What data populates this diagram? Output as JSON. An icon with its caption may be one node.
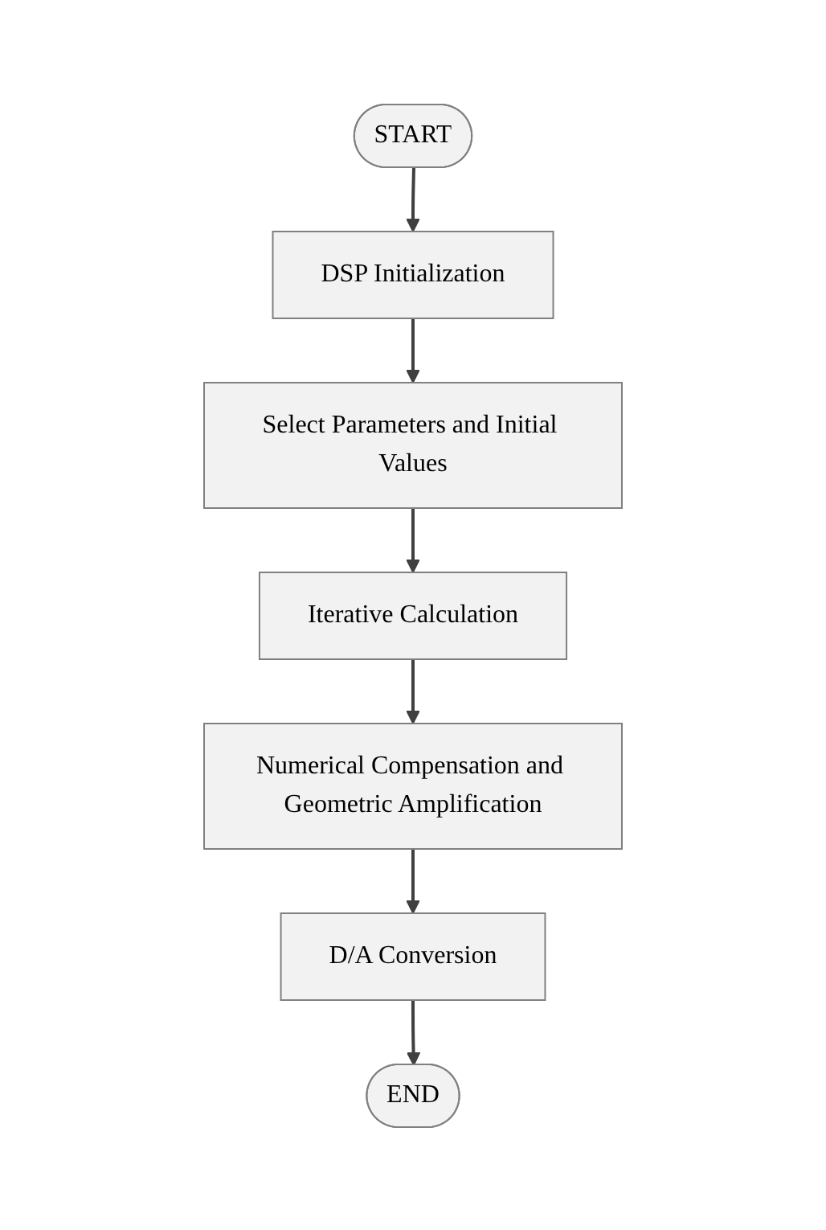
{
  "diagram": {
    "nodes": [
      {
        "text": [
          "START"
        ]
      },
      {
        "text": [
          "DSP Initialization"
        ]
      },
      {
        "text": [
          "Select Parameters and Initial Values"
        ]
      },
      {
        "text": [
          "Iterative Calculation"
        ]
      },
      {
        "text": [
          "Numerical Compensation and Geometric Amplification"
        ]
      },
      {
        "text": [
          "D/A Conversion"
        ]
      },
      {
        "text": [
          "END"
        ]
      }
    ],
    "edges": [
      {
        "from": 0,
        "to": 1,
        "arrow": "to"
      },
      {
        "from": 1,
        "to": 2,
        "arrow": "to"
      },
      {
        "from": 2,
        "to": 3,
        "arrow": "to"
      },
      {
        "from": 3,
        "to": 4,
        "arrow": "to"
      },
      {
        "from": 4,
        "to": 5,
        "arrow": "to"
      },
      {
        "from": 5,
        "to": 6,
        "arrow": "to"
      }
    ]
  }
}
